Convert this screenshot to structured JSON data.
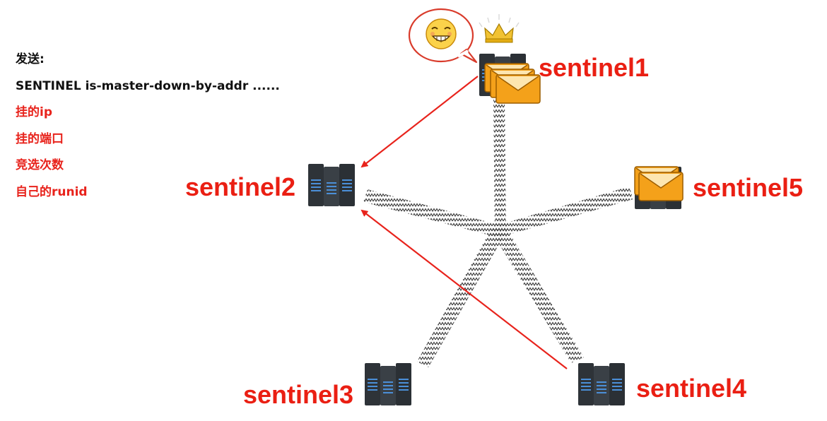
{
  "panel": {
    "heading": "发送:",
    "command": "SENTINEL is-master-down-by-addr ......",
    "items": [
      "挂的ip",
      "挂的端口",
      "竞选次数",
      "自己的runid"
    ]
  },
  "nodes": {
    "sentinel1": "sentinel1",
    "sentinel2": "sentinel2",
    "sentinel3": "sentinel3",
    "sentinel4": "sentinel4",
    "sentinel5": "sentinel5"
  },
  "colors": {
    "accent_red": "#ea1f13",
    "text_black": "#111111",
    "envelope_orange": "#f4a11a",
    "envelope_flap": "#fde6b0",
    "server_dark": "#2e3338",
    "crown_gold": "#f1c232"
  },
  "icons": [
    "smiley-icon",
    "crown-icon",
    "server-icon",
    "envelope-icon"
  ]
}
